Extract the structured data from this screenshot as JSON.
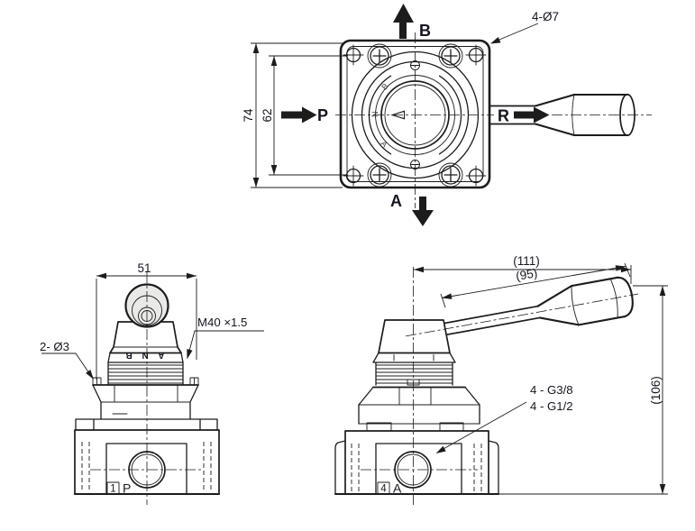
{
  "meta": {
    "background": "#ffffff",
    "ink_color": "#1c1c1c",
    "knob_fill": "#e9e9e8",
    "description": "Three-view engineering drawing of a hand lever valve"
  },
  "top_view": {
    "port_top": "B",
    "port_bottom": "A",
    "port_left": "P",
    "port_right": "R",
    "dial_b": "B",
    "dial_n": "N",
    "dial_a": "A",
    "dim_height": "74",
    "dim_hole_span": "62",
    "callout_holes": "4-Ø7"
  },
  "front_view": {
    "dim_width": "51",
    "callout_pins": "2- Ø3",
    "callout_thread": "M40 ×1.5",
    "dial_band": "A N B",
    "port_number": "1",
    "port_letter": "P"
  },
  "side_view": {
    "dim_overall_len": "(111)",
    "dim_lever_len": "(95)",
    "dim_height": "(106)",
    "callout_thread_1": "4 - G3/8",
    "callout_thread_2": "4 - G1/2",
    "port_number": "4",
    "port_letter": "A"
  }
}
